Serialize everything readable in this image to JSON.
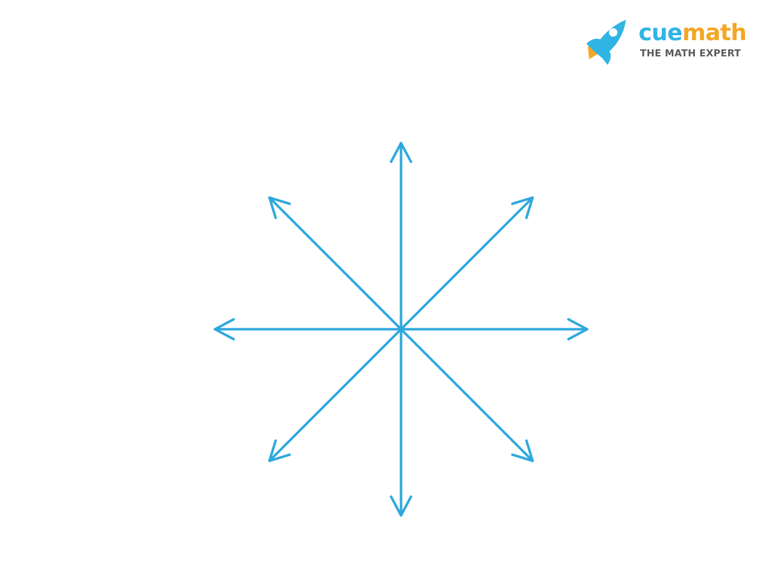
{
  "logo": {
    "word_part_a": "cue",
    "word_part_b": "math",
    "tagline": "THE MATH EXPERT",
    "icon": "rocket-icon",
    "colors": {
      "primary": "#2fb4e4",
      "accent": "#f5a623",
      "tagline": "#5a5a5a"
    }
  },
  "diagram": {
    "description_type": "eight-arrows-radiating-from-center",
    "arrow_color": "#2ea8dd",
    "rays": [
      {
        "direction": "up",
        "angle_deg": 90
      },
      {
        "direction": "up-right",
        "angle_deg": 45
      },
      {
        "direction": "right",
        "angle_deg": 0
      },
      {
        "direction": "down-right",
        "angle_deg": -45
      },
      {
        "direction": "down",
        "angle_deg": -90
      },
      {
        "direction": "down-left",
        "angle_deg": -135
      },
      {
        "direction": "left",
        "angle_deg": 180
      },
      {
        "direction": "up-left",
        "angle_deg": 135
      }
    ]
  }
}
